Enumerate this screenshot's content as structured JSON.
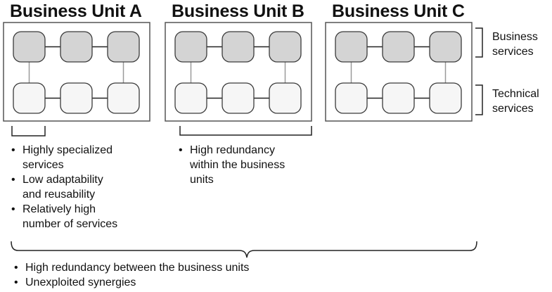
{
  "units": [
    {
      "title": "Business Unit A"
    },
    {
      "title": "Business Unit B"
    },
    {
      "title": "Business Unit C"
    }
  ],
  "legend": {
    "business_services": "Business\nservices",
    "technical_services": "Technical\nservices"
  },
  "notes": {
    "unit_a": [
      "Highly specialized\nservices",
      "Low adaptability\nand reusability",
      "Relatively high\nnumber of services"
    ],
    "unit_b": [
      "High redundancy\nwithin the business\nunits"
    ],
    "overall": [
      "High redundancy between the business units",
      "Unexploited synergies"
    ]
  },
  "colors": {
    "business_node_fill": "#d4d4d4",
    "technical_node_fill": "#f6f6f6",
    "node_stroke": "#3a3a3a",
    "panel_stroke": "#555555",
    "connector": "#222222"
  }
}
